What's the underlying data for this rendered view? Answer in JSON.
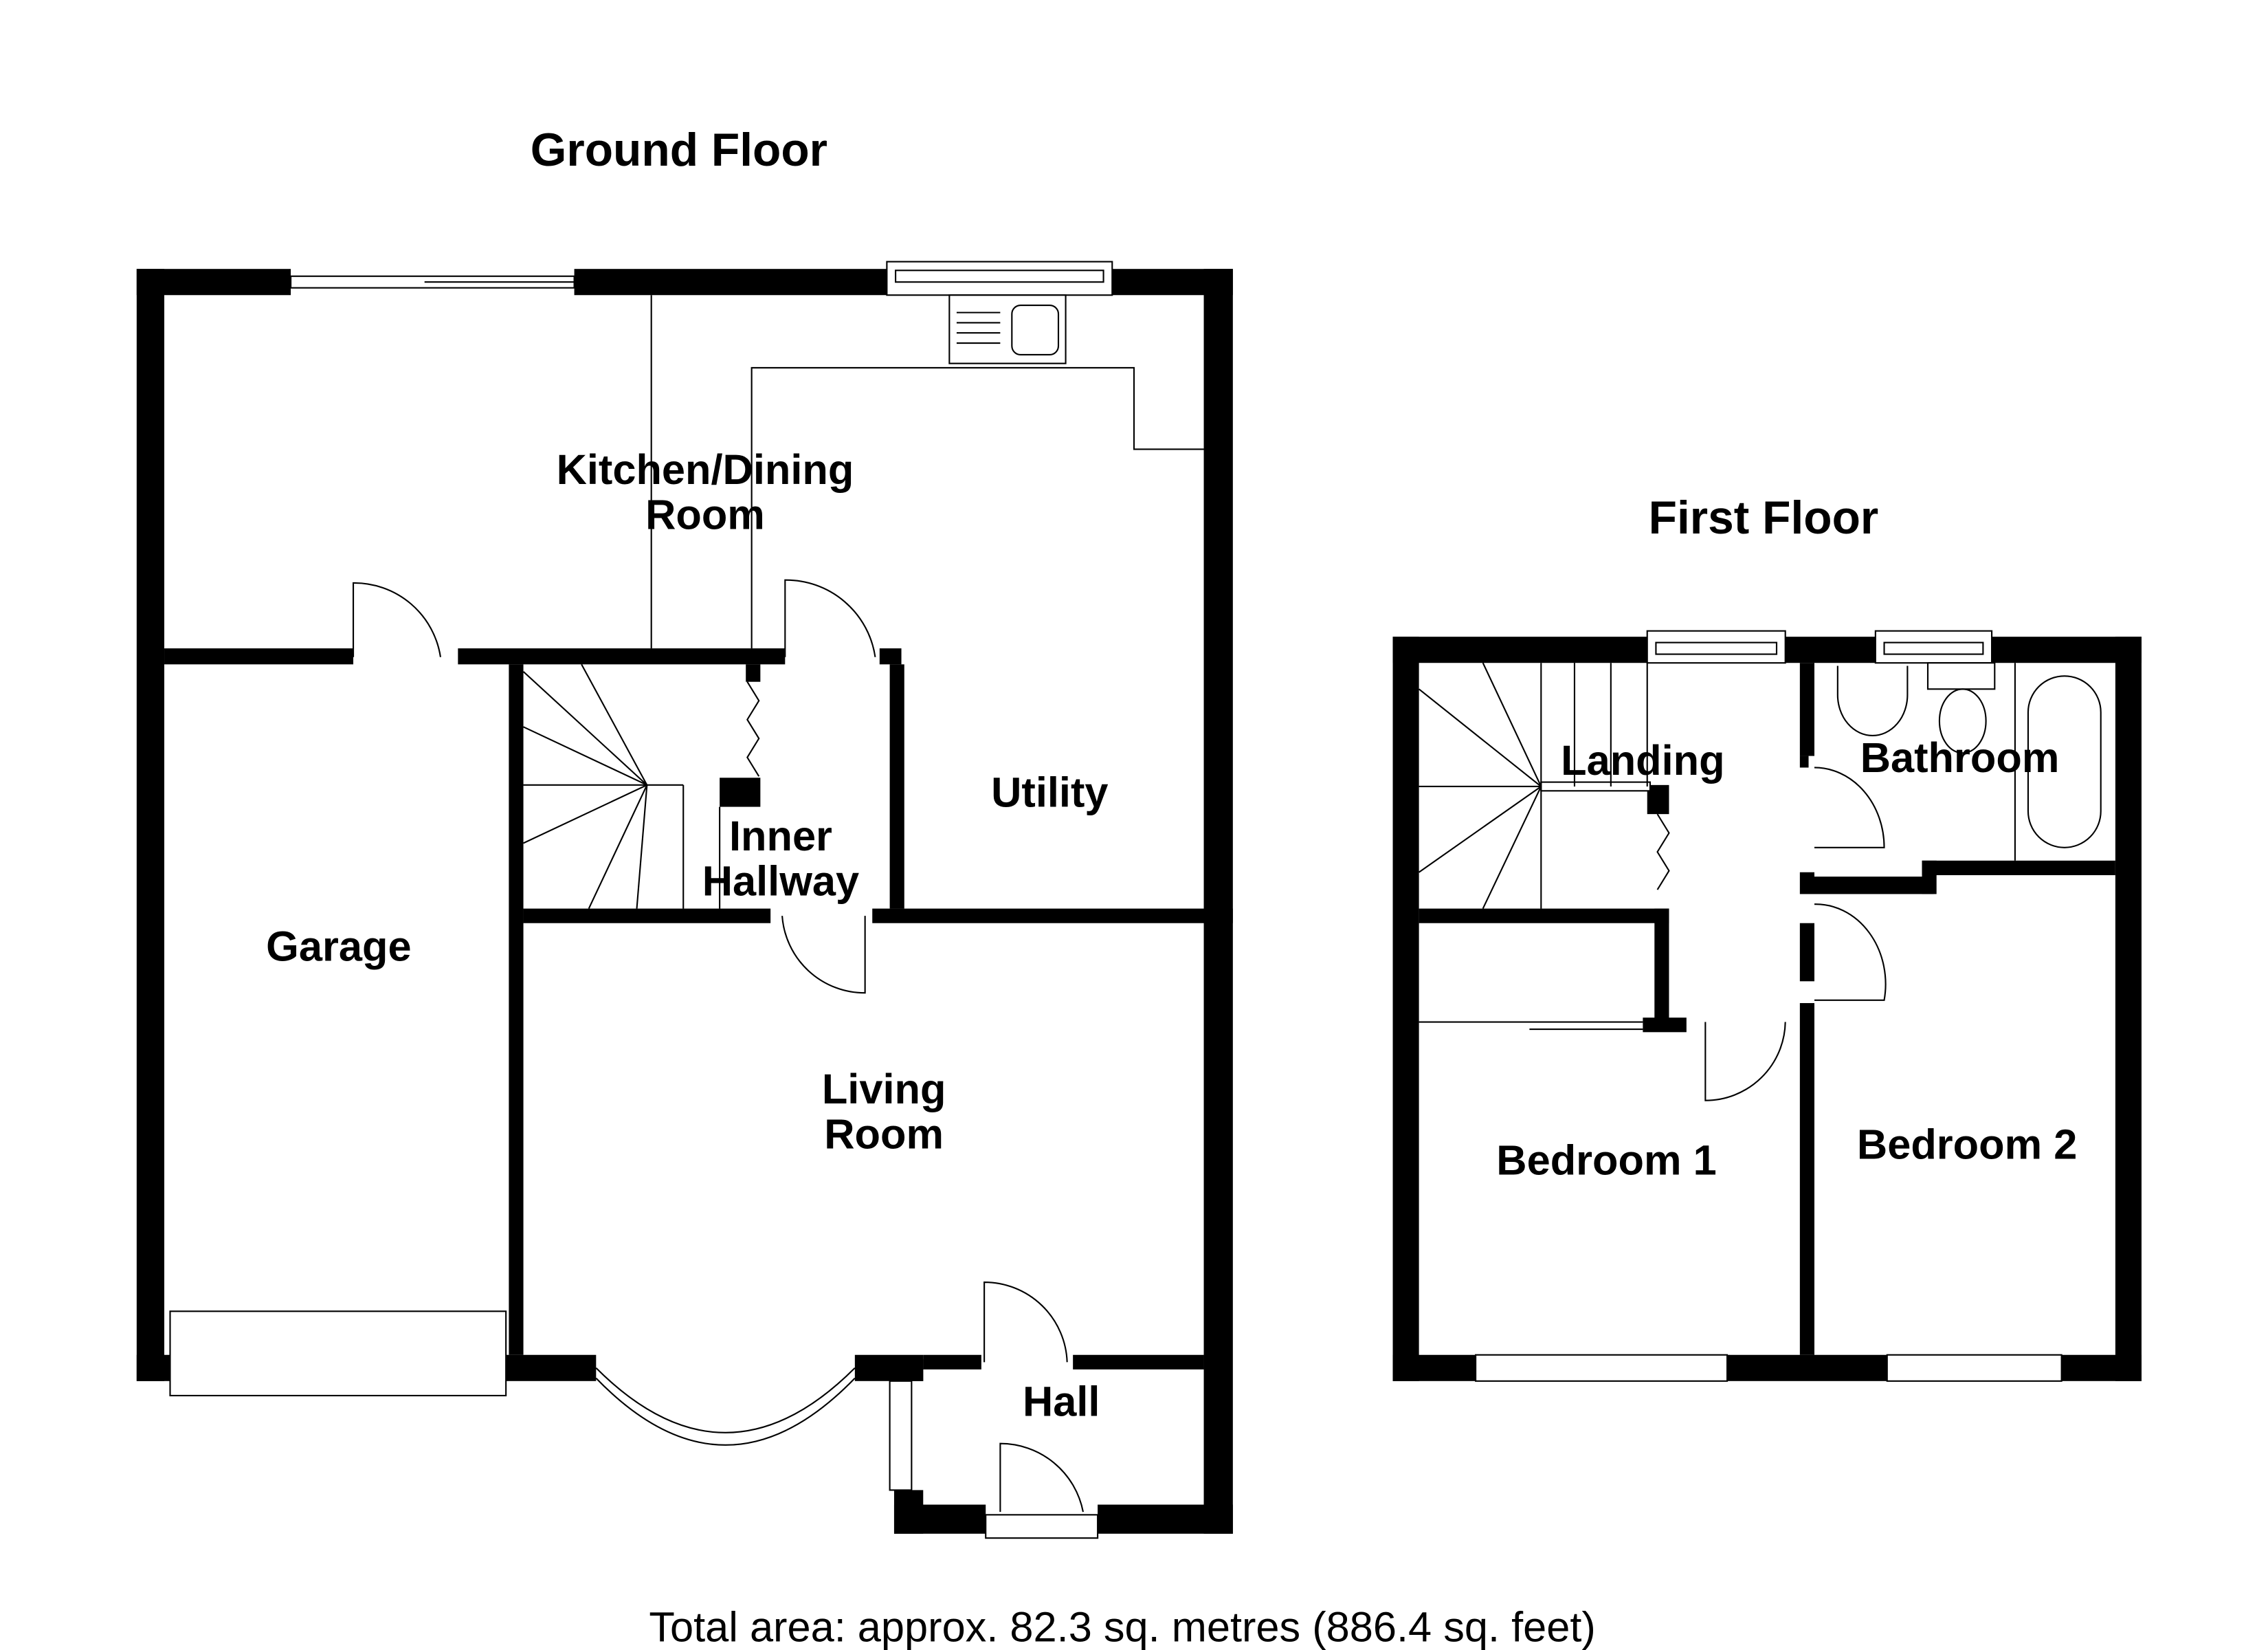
{
  "ground_floor": {
    "title": "Ground Floor",
    "rooms": {
      "kitchen_line1": "Kitchen/Dining",
      "kitchen_line2": "Room",
      "utility": "Utility",
      "inner_hall_line1": "Inner",
      "inner_hall_line2": "Hallway",
      "garage": "Garage",
      "living_line1": "Living",
      "living_line2": "Room",
      "hall": "Hall"
    }
  },
  "first_floor": {
    "title": "First Floor",
    "rooms": {
      "landing": "Landing",
      "bathroom": "Bathroom",
      "bedroom1": "Bedroom 1",
      "bedroom2": "Bedroom 2"
    }
  },
  "footer": {
    "total_area": "Total area: approx. 82.3 sq. metres (886.4 sq. feet)"
  },
  "colors": {
    "wall": "#000000",
    "background": "#ffffff"
  }
}
